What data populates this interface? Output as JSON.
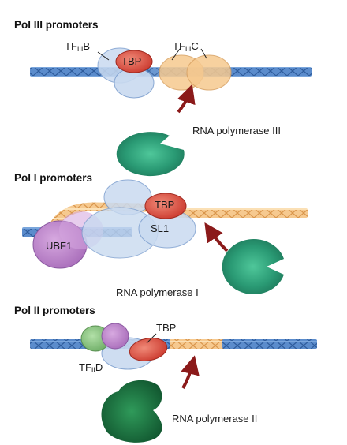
{
  "panels": {
    "pol3": {
      "title": "Pol III promoters",
      "tfiiib": {
        "main": "TF",
        "sub": "III",
        "suffix": "B"
      },
      "tbp": "TBP",
      "tfiiic": {
        "main": "TF",
        "sub": "III",
        "suffix": "C"
      },
      "polymerase": "RNA polymerase III"
    },
    "pol1": {
      "title": "Pol I promoters",
      "tbp": "TBP",
      "sl1": "SL1",
      "ubf1": "UBF1",
      "polymerase": "RNA polymerase I"
    },
    "pol2": {
      "title": "Pol II promoters",
      "tbp": "TBP",
      "tfiid": {
        "main": "TF",
        "sub": "II",
        "suffix": "D"
      },
      "polymerase": "RNA polymerase II"
    }
  },
  "colors": {
    "dna_blue": "#4f7fc0",
    "dna_orange": "#f2bf7a",
    "tbp_red": "#d84a3a",
    "light_blue_factor": "#c9daf0",
    "orange_factor": "#f6c98f",
    "polymerase_green": "#2c9a77",
    "arrow_red": "#8b1a1a",
    "ubf1_purple": "#b47fc6",
    "tfiid_green": "#7fc07f",
    "tfiid_purple": "#c58fd0"
  }
}
